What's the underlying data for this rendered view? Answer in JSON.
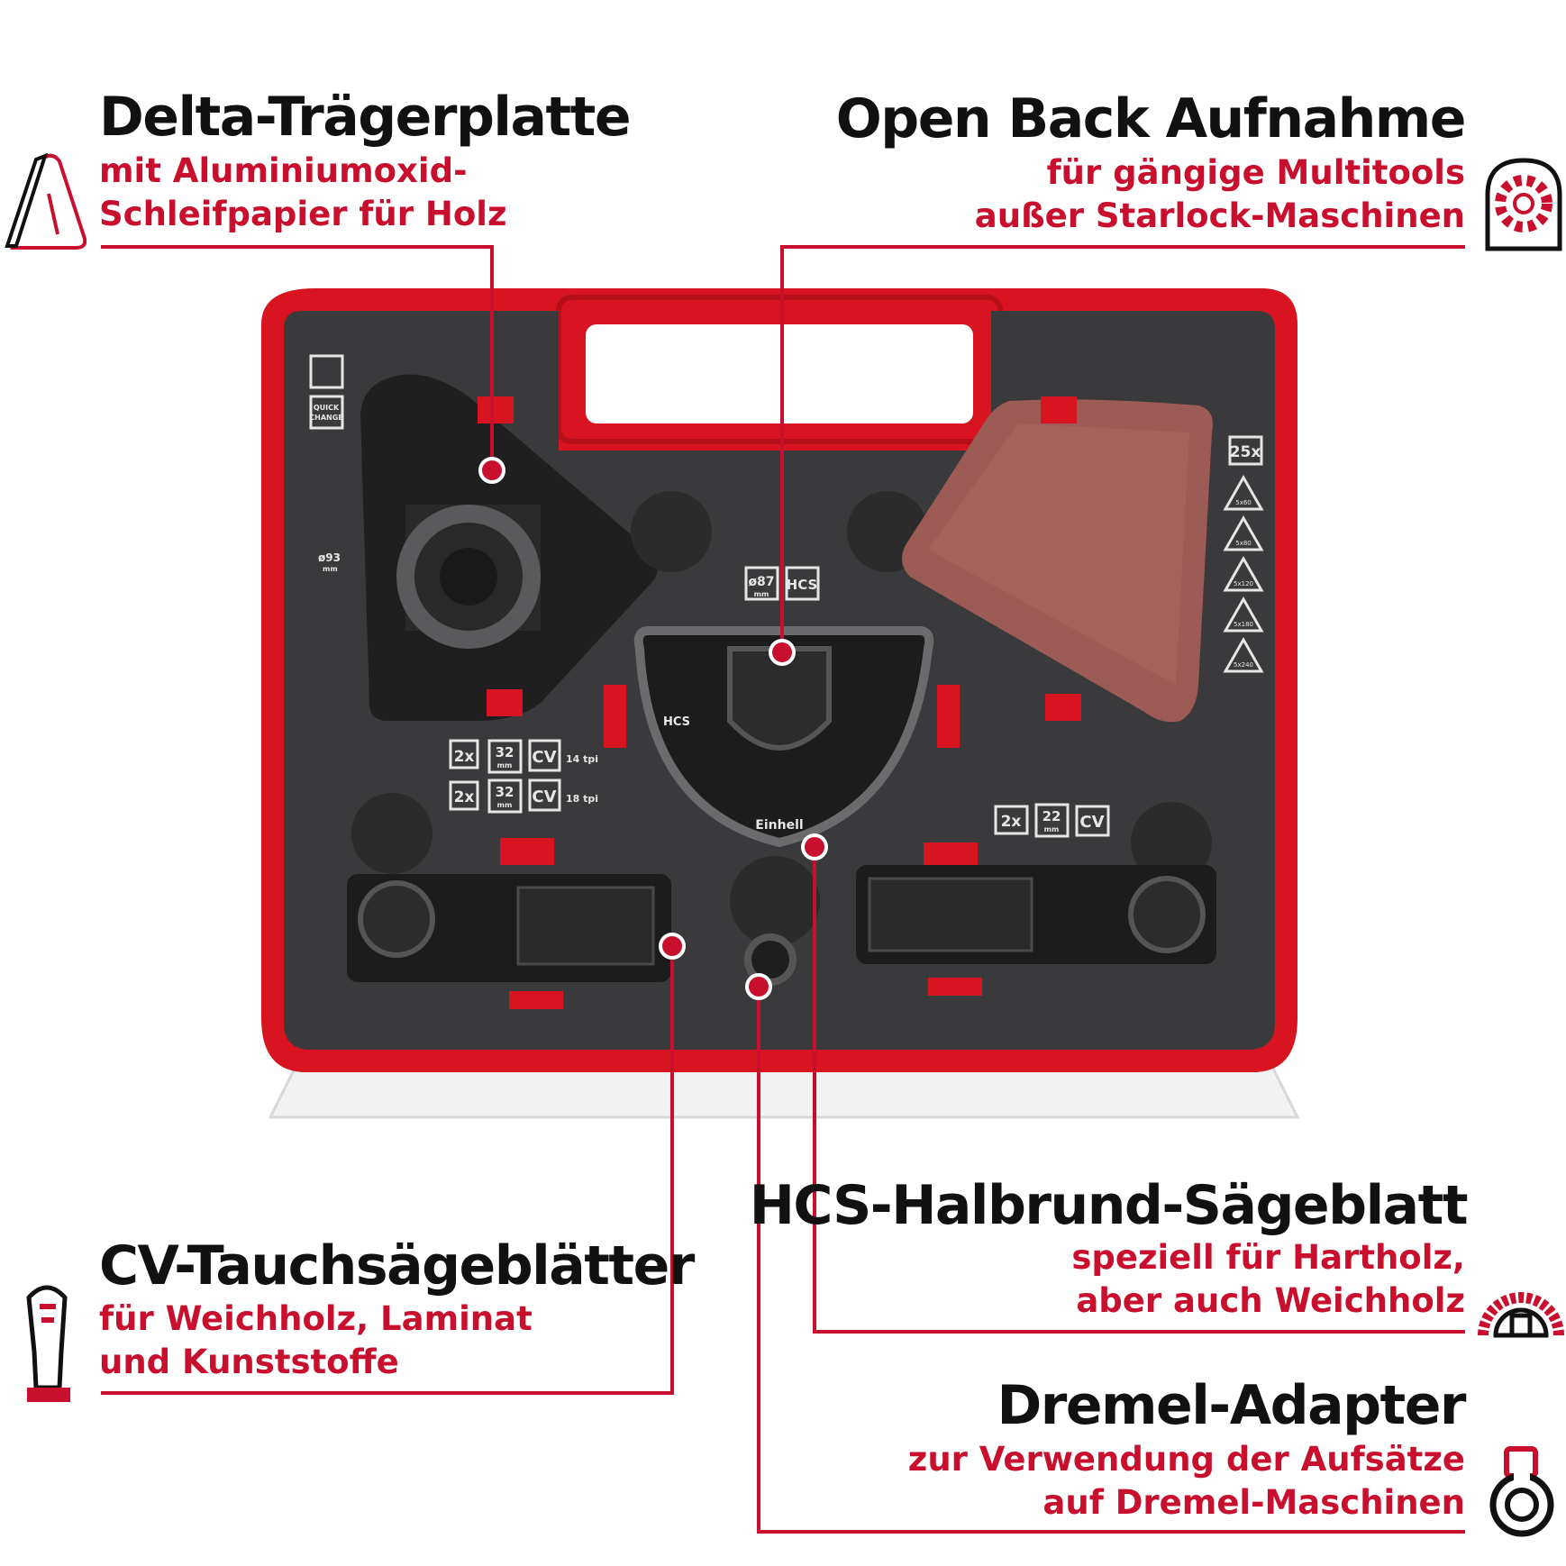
{
  "callouts": {
    "delta": {
      "title": "Delta-Trägerplatte",
      "line1": "mit Aluminiumoxid-",
      "line2": "Schleifpapier für Holz",
      "icon": "delta-sander-icon"
    },
    "openback": {
      "title": "Open Back Aufnahme",
      "line1": "für gängige Multitools",
      "line2": "außer Starlock-Maschinen",
      "icon": "open-back-mount-icon"
    },
    "cv": {
      "title": "CV-Tauchsägeblätter",
      "line1": "für Weichholz, Laminat",
      "line2": "und Kunststoffe",
      "icon": "plunge-blade-icon"
    },
    "hcs": {
      "title": "HCS-Halbrund-Sägeblatt",
      "line1": "speziell für Hartholz,",
      "line2": "aber auch Weichholz",
      "icon": "semicircle-blade-icon"
    },
    "dremel": {
      "title": "Dremel-Adapter",
      "line1": "zur Verwendung der Aufsätze",
      "line2": "auf Dremel-Maschinen",
      "icon": "adapter-icon"
    }
  },
  "case_labels": {
    "quick_change": [
      "QUICK",
      "CHANGE"
    ],
    "delta_size": "ø93",
    "delta_unit": "mm",
    "sanding_count": "25x",
    "sanding_grits": [
      "5x60",
      "5x80",
      "5x120",
      "5x180",
      "5x240"
    ],
    "blade_diameter": "ø87",
    "blade_unit": "mm",
    "hcs": "HCS",
    "cv_row1": {
      "qty": "2x",
      "width": "32",
      "unit": "mm",
      "material": "CV",
      "tpi": "14 tpi"
    },
    "cv_row2": {
      "qty": "2x",
      "width": "32",
      "unit": "mm",
      "material": "CV",
      "tpi": "18 tpi"
    },
    "cv_row3": {
      "qty": "2x",
      "width": "22",
      "unit": "mm",
      "material": "CV"
    },
    "brand": "Einhell"
  },
  "colors": {
    "accent": "#c8102e",
    "case_red": "#d7141f",
    "tray": "#3a3a3c",
    "title": "#111111"
  }
}
